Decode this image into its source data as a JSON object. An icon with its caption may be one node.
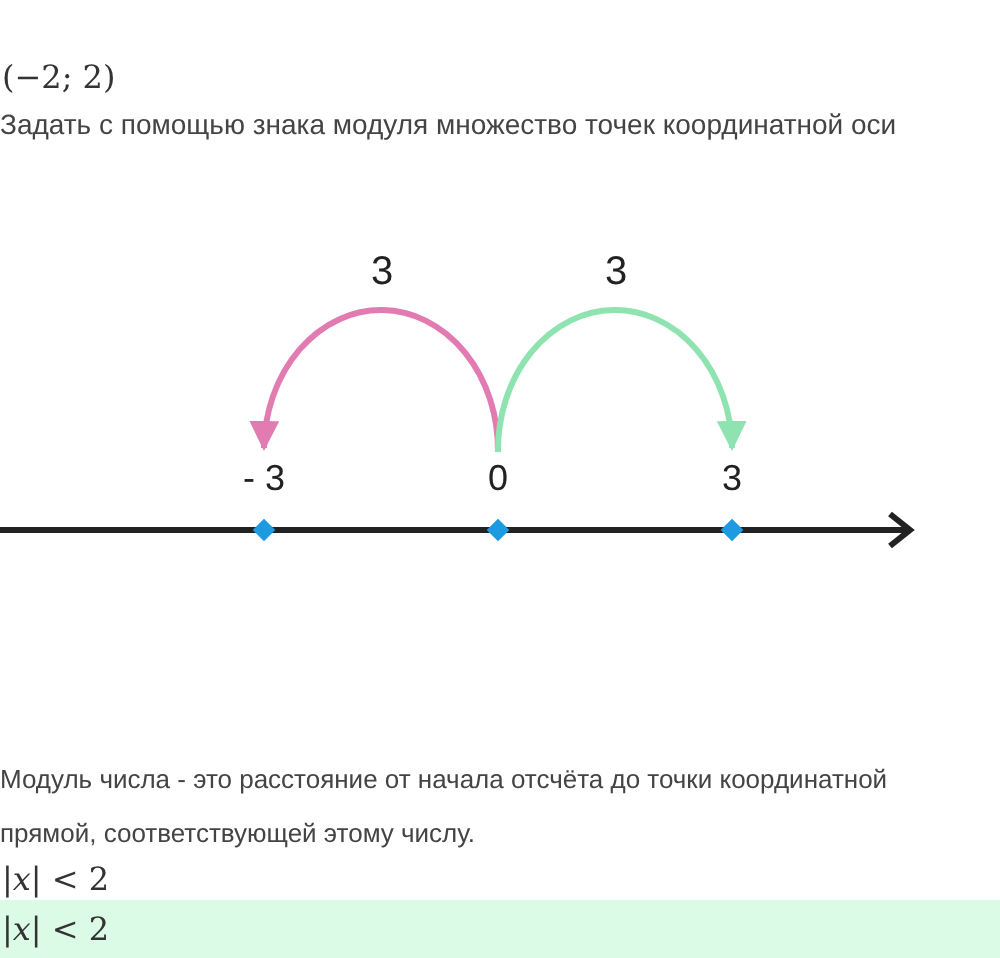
{
  "diagram": {
    "nodes": [
      {
        "text": [
          "- 3"
        ]
      },
      {
        "text": [
          "0"
        ]
      },
      {
        "text": [
          "3"
        ]
      }
    ],
    "edges": [
      {
        "from": 1,
        "to": 0,
        "arrow": "to",
        "label": "3",
        "color": "#e27bb1"
      },
      {
        "from": 1,
        "to": 2,
        "arrow": "to",
        "label": "3",
        "color": "#8fe3b0"
      }
    ],
    "labels": [
      "(−2; 2)",
      "Задать с помощью знака модуля множество точек координатной оси",
      "Модуль числа - это расстояние от начала отсчёта до точки координатной прямой, соответствующей этому числу.",
      "|*x*| < 2",
      "|*x*| < 2"
    ]
  }
}
